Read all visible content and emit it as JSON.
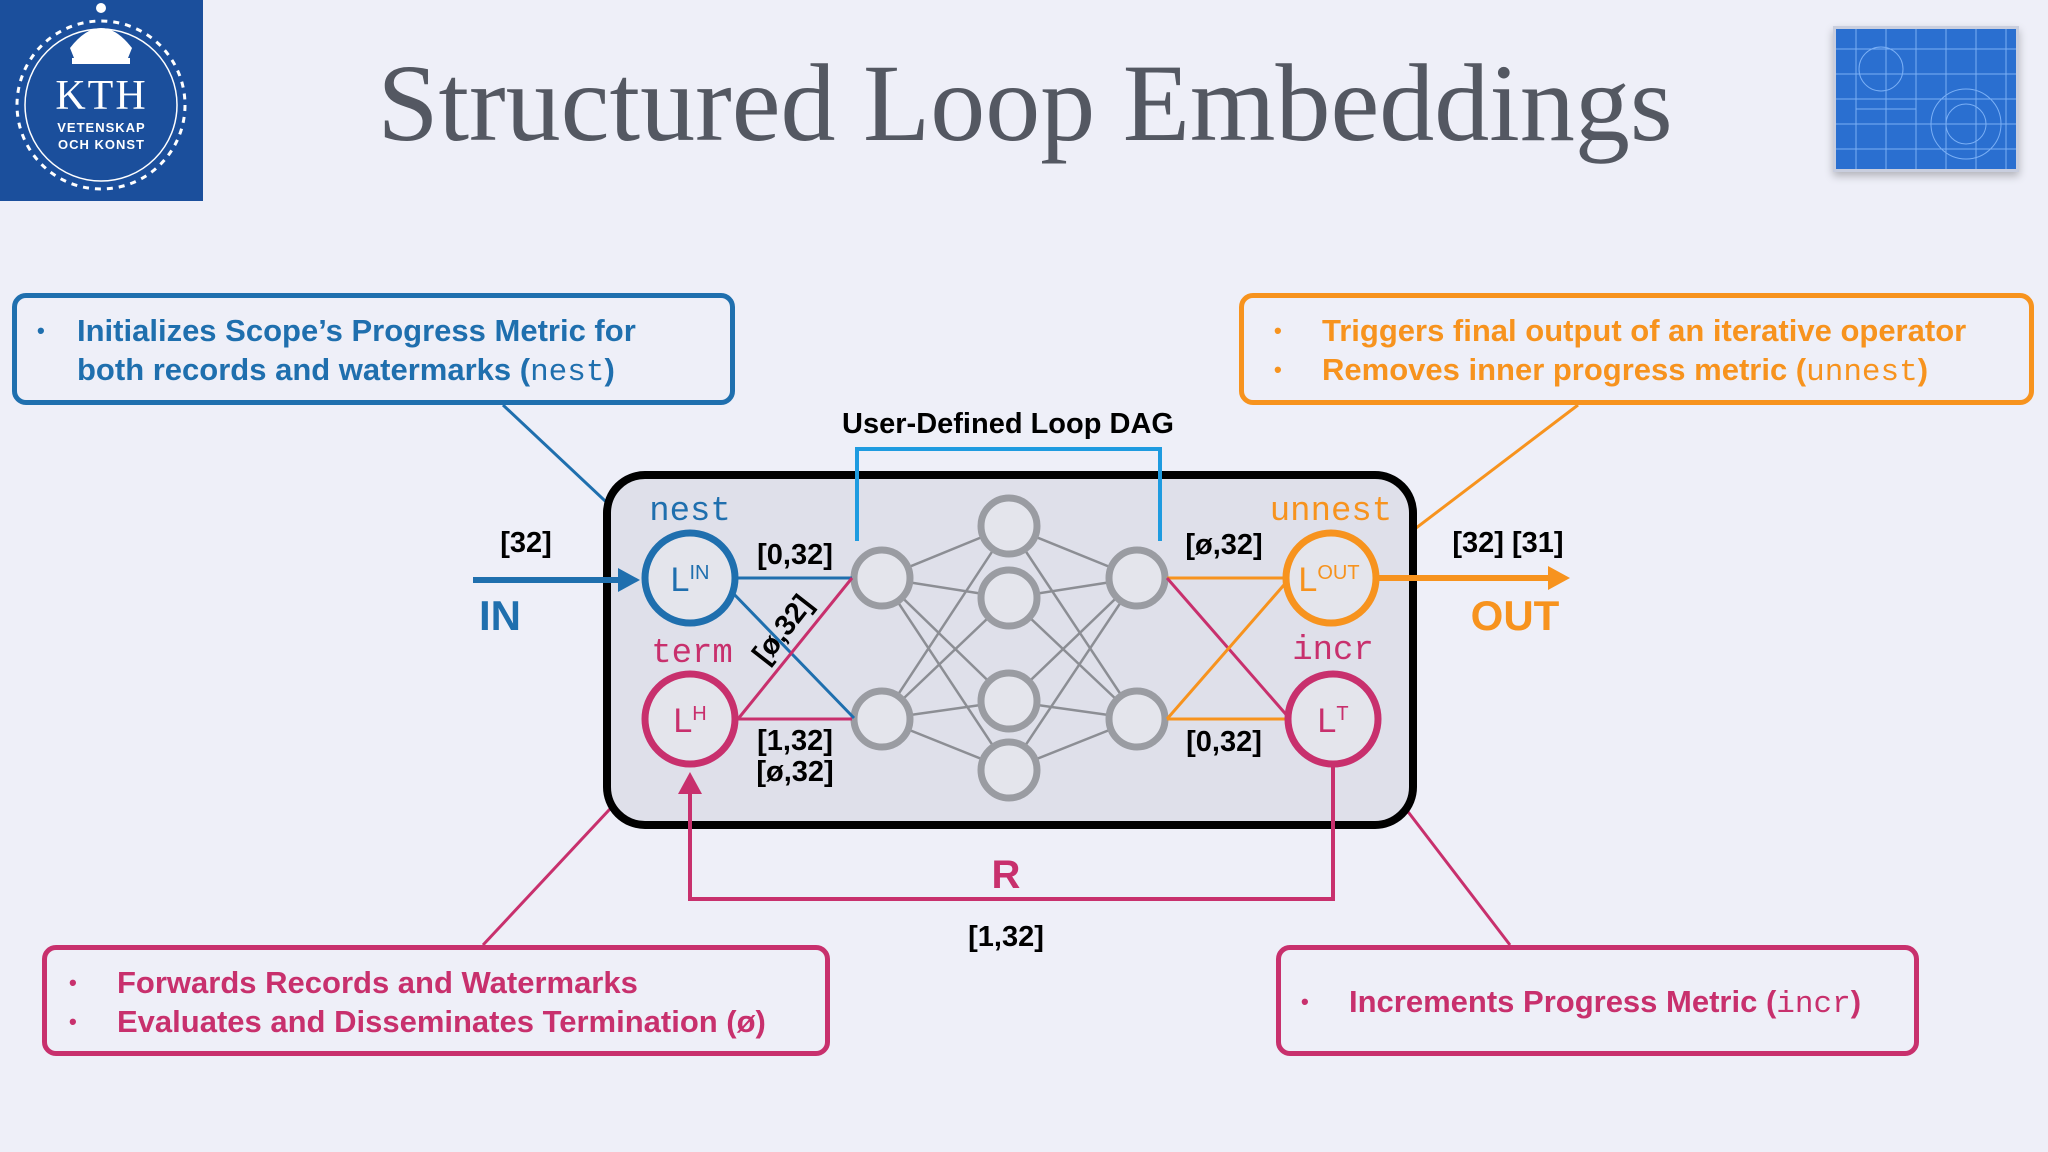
{
  "title": "Structured Loop Embeddings",
  "logo": {
    "name": "KTH",
    "line1": "VETENSKAP",
    "line2": "OCH KONST"
  },
  "callouts": {
    "nest": {
      "lines": [
        "Initializes Scope’s Progress Metric for",
        "both records and watermarks ("
      ],
      "code": "nest",
      "tail": ")"
    },
    "unnest": {
      "line1": "Triggers final output of an iterative operator",
      "line2_pre": "Removes inner progress metric (",
      "code": "unnest",
      "tail": ")"
    },
    "term": {
      "line1": "Forwards Records and Watermarks",
      "line2": "Evaluates and Disseminates Termination (ø)"
    },
    "incr": {
      "line1_pre": "Increments Progress Metric (",
      "code": "incr",
      "tail": ")"
    }
  },
  "diagram": {
    "dag_label": "User-Defined Loop DAG",
    "in_label": "IN",
    "out_label": "OUT",
    "r_label": "R",
    "operators": {
      "nest": {
        "label": "nest",
        "node": "L",
        "sup": "IN"
      },
      "term": {
        "label": "term",
        "node": "L",
        "sup": "H"
      },
      "unnest": {
        "label": "unnest",
        "node": "L",
        "sup": "OUT"
      },
      "incr": {
        "label": "incr",
        "node": "L",
        "sup": "T"
      }
    },
    "edge_labels": {
      "in": "[32]",
      "out": "[32] [31]",
      "nest_out": "[0,32]",
      "cross": "[ø,32]",
      "term_out1": "[1,32]",
      "term_out2": "[ø,32]",
      "to_unnest": "[ø,32]",
      "to_incr": "[0,32]",
      "loop_back": "[1,32]"
    },
    "colors": {
      "blue": "#1f6fae",
      "orange": "#f7931e",
      "pink": "#c8306d",
      "node_gray": "#9a9ca2",
      "dag_bracket": "#1e9be0"
    }
  }
}
